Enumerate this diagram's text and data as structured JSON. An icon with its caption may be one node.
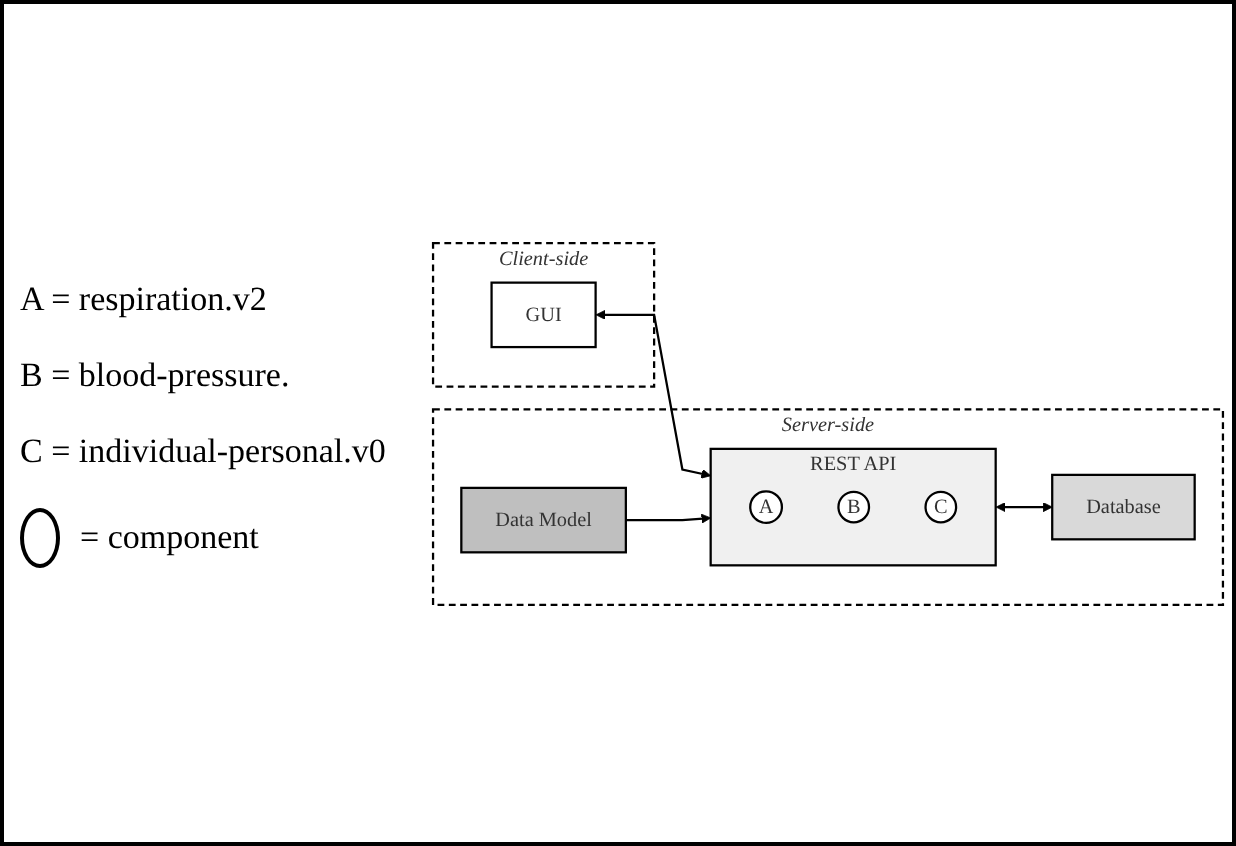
{
  "diagram": {
    "nodes": [
      {
        "text": [
          "Client-side"
        ]
      },
      {
        "text": [
          "GUI"
        ],
        "in": 0
      },
      {
        "text": [
          "Server-side"
        ]
      },
      {
        "text": [
          "REST API"
        ],
        "in": 2
      },
      {
        "text": [
          "A"
        ],
        "in": 3
      },
      {
        "text": [
          "B"
        ],
        "in": 3
      },
      {
        "text": [
          "C"
        ],
        "in": 3
      },
      {
        "text": [
          "Database"
        ],
        "in": 2
      },
      {
        "text": [
          "Data Model"
        ],
        "in": 2
      }
    ],
    "edges": [
      {
        "from": 1,
        "to": 3,
        "arrow": "both"
      },
      {
        "from": 3,
        "to": 7,
        "arrow": "both"
      },
      {
        "from": 8,
        "to": 3,
        "arrow": "to"
      }
    ],
    "labels": [
      "A = respiration.v2",
      "B = blood-pressure.",
      "C = individual-personal.v0"
    ],
    "legend": [
      {
        "text": "= component"
      }
    ]
  }
}
